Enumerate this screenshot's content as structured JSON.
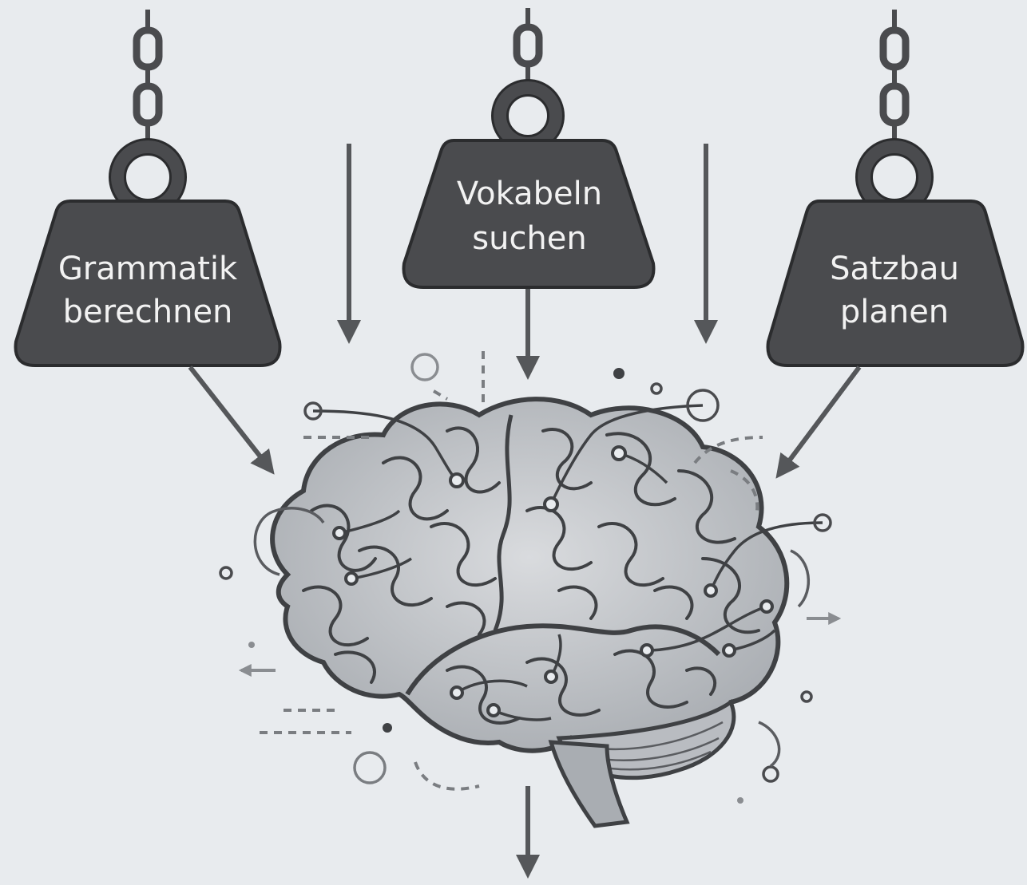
{
  "weights": [
    {
      "id": "grammatik",
      "line1": "Grammatik",
      "line2": "berechnen"
    },
    {
      "id": "vokabeln",
      "line1": "Vokabeln",
      "line2": "suchen"
    },
    {
      "id": "satzbau",
      "line1": "Satzbau",
      "line2": "planen"
    }
  ],
  "colors": {
    "background": "#e8ebee",
    "weight_fill": "#4a4b4e",
    "weight_stroke": "#2b2c2e",
    "arrow": "#55575a",
    "brain_fill": "#c9ccd0",
    "brain_line": "#3f4144",
    "text": "#f2f2f2"
  }
}
